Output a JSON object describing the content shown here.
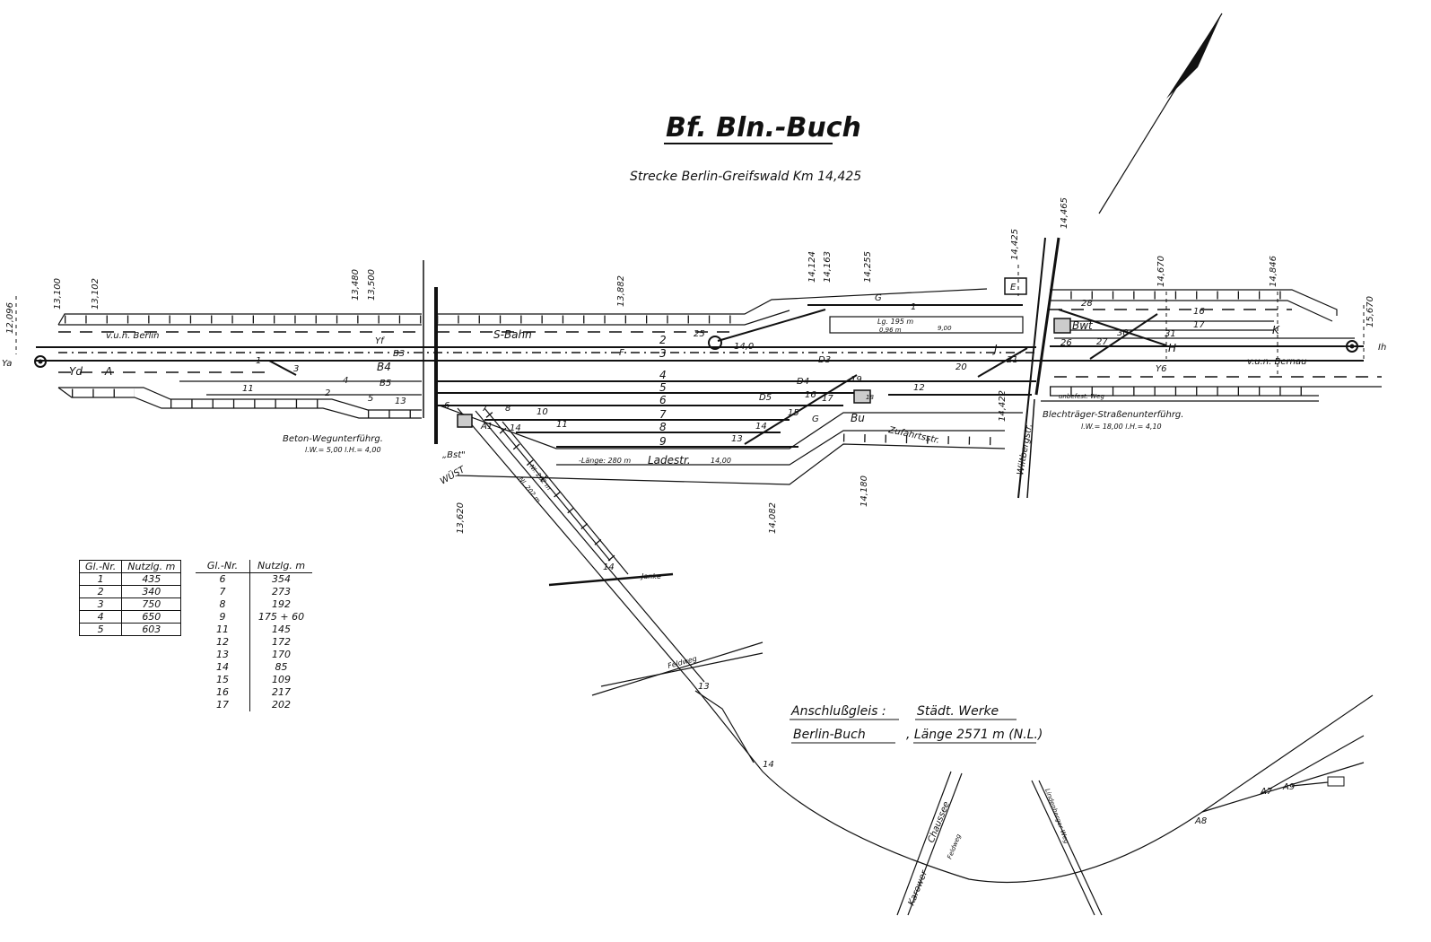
{
  "title": "Bf. Bln.-Buch",
  "subtitle": "Strecke Berlin-Greifswald Km 14,425",
  "km_markers": [
    "12,096",
    "13,100",
    "13,102",
    "13,480",
    "13,500",
    "13,882",
    "14,124",
    "14,163",
    "14,255",
    "14,425",
    "14,465",
    "14,670",
    "14,846",
    "15,670",
    "13,620",
    "14,082",
    "14,180",
    "14,422"
  ],
  "labels": {
    "ya": "Ya",
    "yd": "Yd",
    "a": "A",
    "yf": "Yf",
    "b3": "B3",
    "b4": "B4",
    "b5": "B5",
    "berlin": "v.u.n. Berlin",
    "sbahn": "S-Bahn",
    "bernau": "v.u.n. Bernau",
    "f": "F",
    "j": "J",
    "e": "E",
    "k": "K",
    "h": "H",
    "y6": "Y6",
    "g1": "G",
    "g2": "G",
    "bu": "Bu",
    "bwt": "Bwt",
    "d3": "D3",
    "d4": "D4",
    "d5": "D5",
    "a1": "A1",
    "ih": "Ih",
    "beton1": "Beton-Wegunterführg.",
    "beton2": "l.W.= 5,00  l.H.= 4,00",
    "blech1": "Blechträger-Straßenunterführg.",
    "blech2": "l.W.= 18,00   l.H.= 4,10",
    "zufahrt": "Zufahrtsstr.",
    "wiltberg": "Wiltbergstr.",
    "unbefest": "unbefest. Weg",
    "bst": "„Bst\"",
    "wuest": "WÜST",
    "laenge280": "-Länge: 280 m",
    "ladestr": "Ladestr.",
    "w1400": "14,00",
    "lg195": "Lg. 195 m",
    "w096": "0,96 m",
    "w900": "9,00",
    "w140": "14,0",
    "len202a": "Nl. 202 m",
    "len202b": "Nl. 202 m",
    "janke": "Janke",
    "feldweg1": "Feldweg",
    "karower": "Karower",
    "chaussee": "Chaussee",
    "feldweg2": "Feldweg",
    "lindenberger": "Lindenberger Weg",
    "a7": "A7",
    "a8": "A8",
    "a9": "A9",
    "anschluss1": "Anschlußgleis :",
    "anschluss2": "Städt. Werke",
    "anschluss3": "Berlin-Buch",
    "anschluss4": ", Länge 2571 m (N.L.)"
  },
  "track_numbers": [
    "1",
    "2",
    "3",
    "4",
    "5",
    "6",
    "7",
    "8",
    "9",
    "11",
    "12",
    "13",
    "14",
    "16",
    "17"
  ],
  "switch_numbers": [
    "1",
    "2",
    "3",
    "4",
    "5",
    "6",
    "7",
    "8",
    "10",
    "11",
    "13",
    "14",
    "15",
    "16",
    "17",
    "18",
    "19",
    "20",
    "21",
    "25",
    "26",
    "27",
    "28",
    "30",
    "31",
    "13",
    "14",
    "14"
  ],
  "table_left": {
    "headers": [
      "Gl.-Nr.",
      "Nutzlg. m"
    ],
    "rows": [
      [
        "1",
        "435"
      ],
      [
        "2",
        "340"
      ],
      [
        "3",
        "750"
      ],
      [
        "4",
        "650"
      ],
      [
        "5",
        "603"
      ]
    ]
  },
  "table_right": {
    "headers": [
      "Gl.-Nr.",
      "Nutzlg. m"
    ],
    "rows": [
      [
        "6",
        "354"
      ],
      [
        "7",
        "273"
      ],
      [
        "8",
        "192"
      ],
      [
        "9",
        "175 + 60"
      ],
      [
        "11",
        "145"
      ],
      [
        "12",
        "172"
      ],
      [
        "13",
        "170"
      ],
      [
        "14",
        "85"
      ],
      [
        "15",
        "109"
      ],
      [
        "16",
        "217"
      ],
      [
        "17",
        "202"
      ]
    ]
  }
}
